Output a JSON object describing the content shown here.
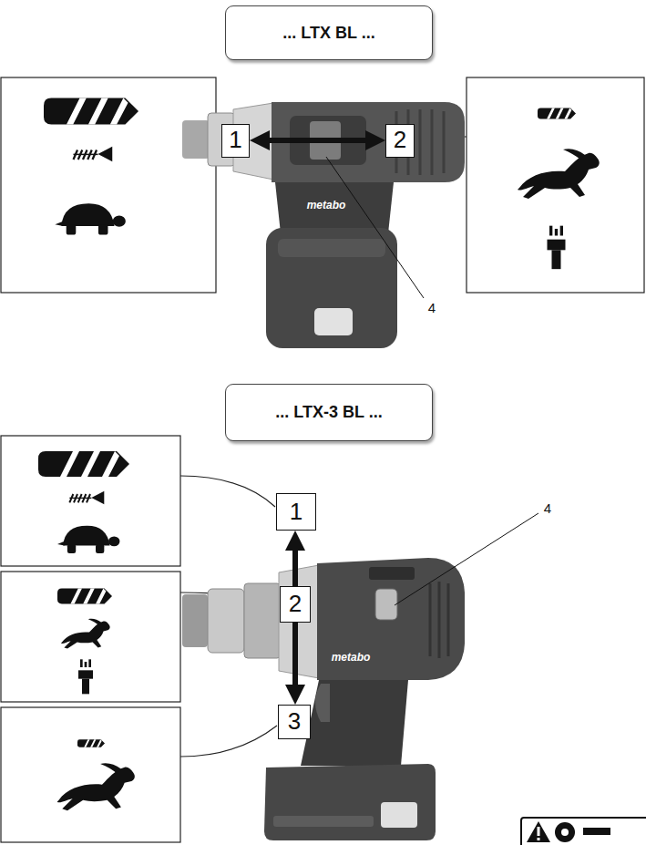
{
  "diagram": {
    "nodes": [
      {
        "text": [
          "... LTX BL ..."
        ]
      },
      {
        "text": [
          "1"
        ]
      },
      {
        "text": [
          "2"
        ]
      },
      {
        "text": [
          "... LTX-3 BL ..."
        ]
      },
      {
        "text": [
          "1"
        ]
      },
      {
        "text": [
          "2"
        ]
      },
      {
        "text": [
          "3"
        ]
      }
    ],
    "edges": [
      {
        "from": 1,
        "to": 2,
        "arrow": "both"
      },
      {
        "from": 5,
        "to": 4,
        "arrow": "to"
      },
      {
        "from": 5,
        "to": 6,
        "arrow": "to"
      }
    ],
    "labels": [
      "metabo",
      "4",
      "4",
      "metabo"
    ]
  }
}
